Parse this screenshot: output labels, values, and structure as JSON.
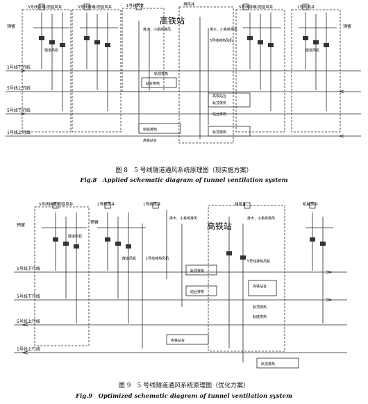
{
  "fig8": {
    "caption_cn": "图 8　5 号线隧道通风系统原理图（现实施方案）",
    "caption_en": "Fig.8　Applied schematic diagram of tunnel ventilation system",
    "station": "高铁站",
    "unit_labels": [
      "5号线排烟/消音风井",
      "5号线排烟/消音风井",
      "1号线风井",
      "排风井",
      "5号线排烟/消音风井",
      "1号线风井"
    ],
    "top_labels": [
      "预留",
      "预留"
    ],
    "track_labels": [
      "1号线下行线",
      "5号线上行线",
      "5号线下行线",
      "1号线上行线"
    ],
    "fan_labels": [
      "隧道风机",
      "隧道风机",
      "排大、小系统排风",
      "排大、小系统排风",
      "5号线排热风机"
    ],
    "center_labels": [
      "轨顶排热",
      "站台排热",
      "高铁站台",
      "轨顶排热",
      "站台排热",
      "轨底排热",
      "轨顶排热",
      "高铁站台"
    ]
  },
  "fig9": {
    "caption_cn": "图 9　5 号线隧道通风系统原理图（优化方案）",
    "caption_en": "Fig.9　Optimized schematic diagram of tunnel ventilation system",
    "station": "高铁站",
    "unit_labels": [
      "5号线排烟/消音风井",
      "1号线风井",
      "1号线风井",
      "排风井",
      "机械风井"
    ],
    "top_labels": [
      "预留",
      "预留"
    ],
    "track_labels": [
      "1号线下行线",
      "5号线下行线",
      "5号线上行线",
      "1号线上行线"
    ],
    "fan_labels": [
      "隧道风机",
      "隧道风机",
      "1号线排热风机",
      "排大、小系统排风",
      "排大、小系统排风",
      "5号线排热风机"
    ],
    "center_labels": [
      "轨顶排热",
      "站台排热",
      "高铁站台",
      "轨顶排热",
      "轨底排热",
      "高铁站台",
      "轨顶排热"
    ]
  }
}
